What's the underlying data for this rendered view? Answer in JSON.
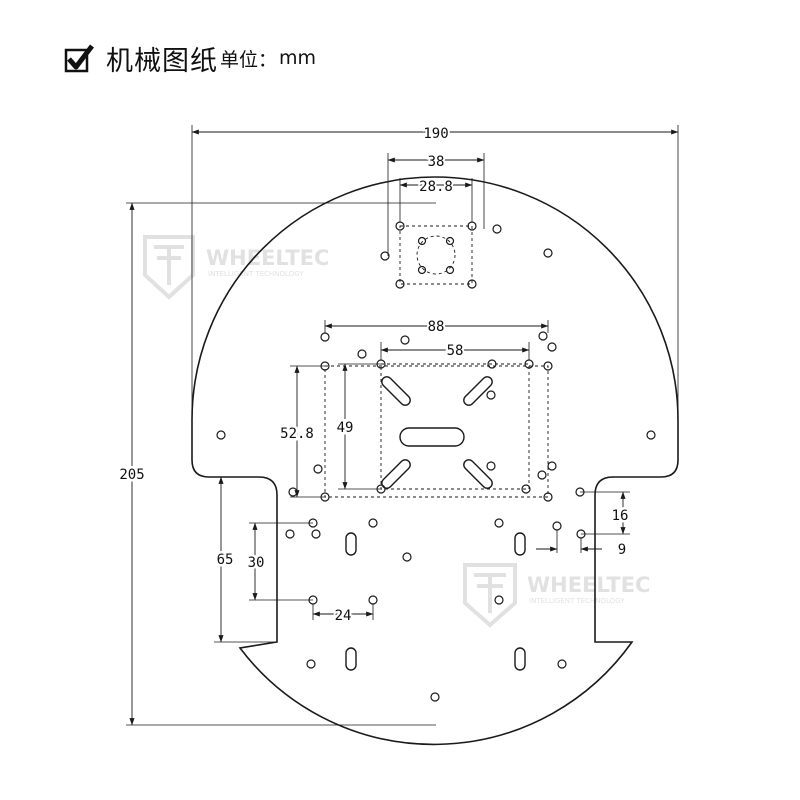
{
  "header": {
    "checkbox_icon": "checkbox-checked-icon",
    "title": "机械图纸",
    "unit_label": "单位：",
    "unit_value": "mm"
  },
  "drawing": {
    "dimensions": {
      "overall_width": "190",
      "top_outer_span": "38",
      "top_inner_span": "28.8",
      "mid_outer_width": "88",
      "mid_inner_width": "58",
      "mid_outer_height": "52.8",
      "mid_inner_height": "49",
      "overall_height": "205",
      "left_notch_height": "65",
      "left_hole_vertical": "30",
      "left_hole_horizontal": "24",
      "right_hole_vertical": "16",
      "right_hole_horizontal": "9"
    },
    "watermarks": [
      {
        "brand": "WHEELTEC",
        "tagline": "INTELLIGENT TECHNOLOGY"
      },
      {
        "brand": "WHEELTEC",
        "tagline": "INTELLIGENT TECHNOLOGY"
      }
    ],
    "colors": {
      "line": "#1a1a1a",
      "watermark": "#c9c9c9"
    }
  }
}
